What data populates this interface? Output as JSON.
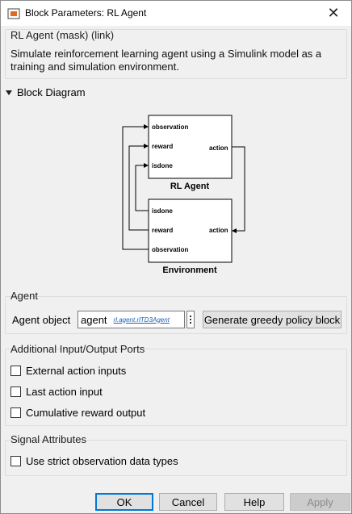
{
  "window": {
    "title": "Block Parameters: RL Agent",
    "icons": {
      "app": "simulink-block-icon",
      "close": "close-icon"
    }
  },
  "header": {
    "title": "RL Agent (mask) (link)",
    "description": "Simulate reinforcement learning agent using a Simulink model as a training and simulation environment."
  },
  "diagram_section": {
    "label": "Block Diagram",
    "agent_block": {
      "name": "RL Agent",
      "inputs": [
        "observation",
        "reward",
        "isdone"
      ],
      "output": "action"
    },
    "env_block": {
      "name": "Environment",
      "outputs": [
        "isdone",
        "reward",
        "observation"
      ],
      "input": "action"
    }
  },
  "agent_section": {
    "title": "Agent",
    "field_label": "Agent object",
    "field_value": "agent",
    "field_link": "rl.agent.rlTD3Agent",
    "greedy_button": "Generate greedy policy block"
  },
  "ports_section": {
    "title": "Additional Input/Output Ports",
    "options": [
      {
        "label": "External action inputs",
        "checked": false
      },
      {
        "label": "Last action input",
        "checked": false
      },
      {
        "label": "Cumulative reward output",
        "checked": false
      }
    ]
  },
  "signal_section": {
    "title": "Signal Attributes",
    "options": [
      {
        "label": "Use strict observation data types",
        "checked": false
      }
    ]
  },
  "footer": {
    "ok": "OK",
    "cancel": "Cancel",
    "help": "Help",
    "apply": "Apply"
  }
}
